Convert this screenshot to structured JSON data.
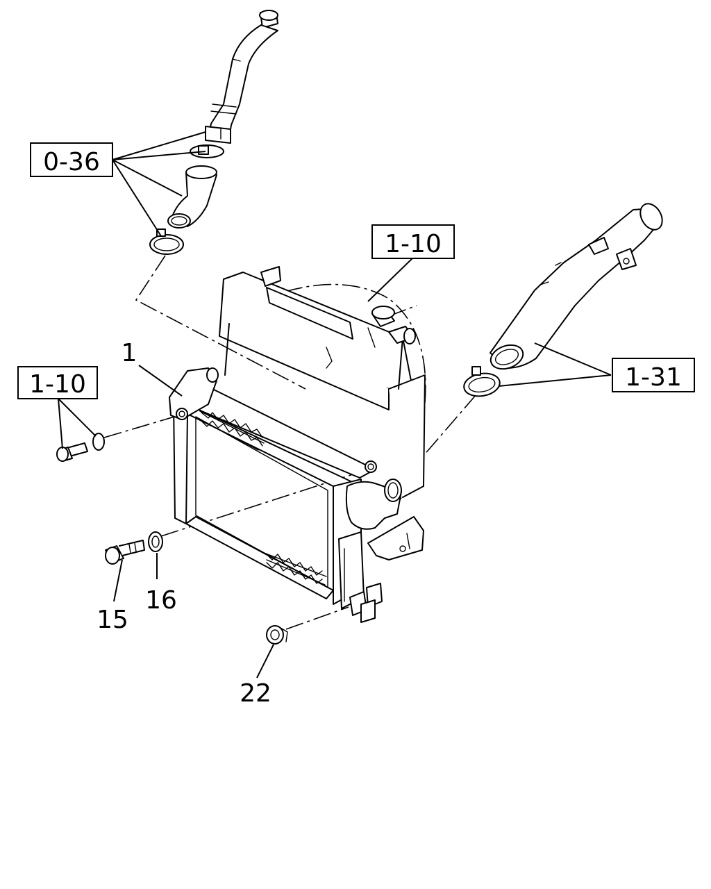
{
  "callouts": {
    "hose_group_ref": "0-36",
    "radiator_ref": "1-10",
    "bolt_ref": "1-10",
    "pipe_ref": "1-31"
  },
  "parts": {
    "intercooler": "1",
    "bolt": "15",
    "washer": "16",
    "nut": "22"
  }
}
